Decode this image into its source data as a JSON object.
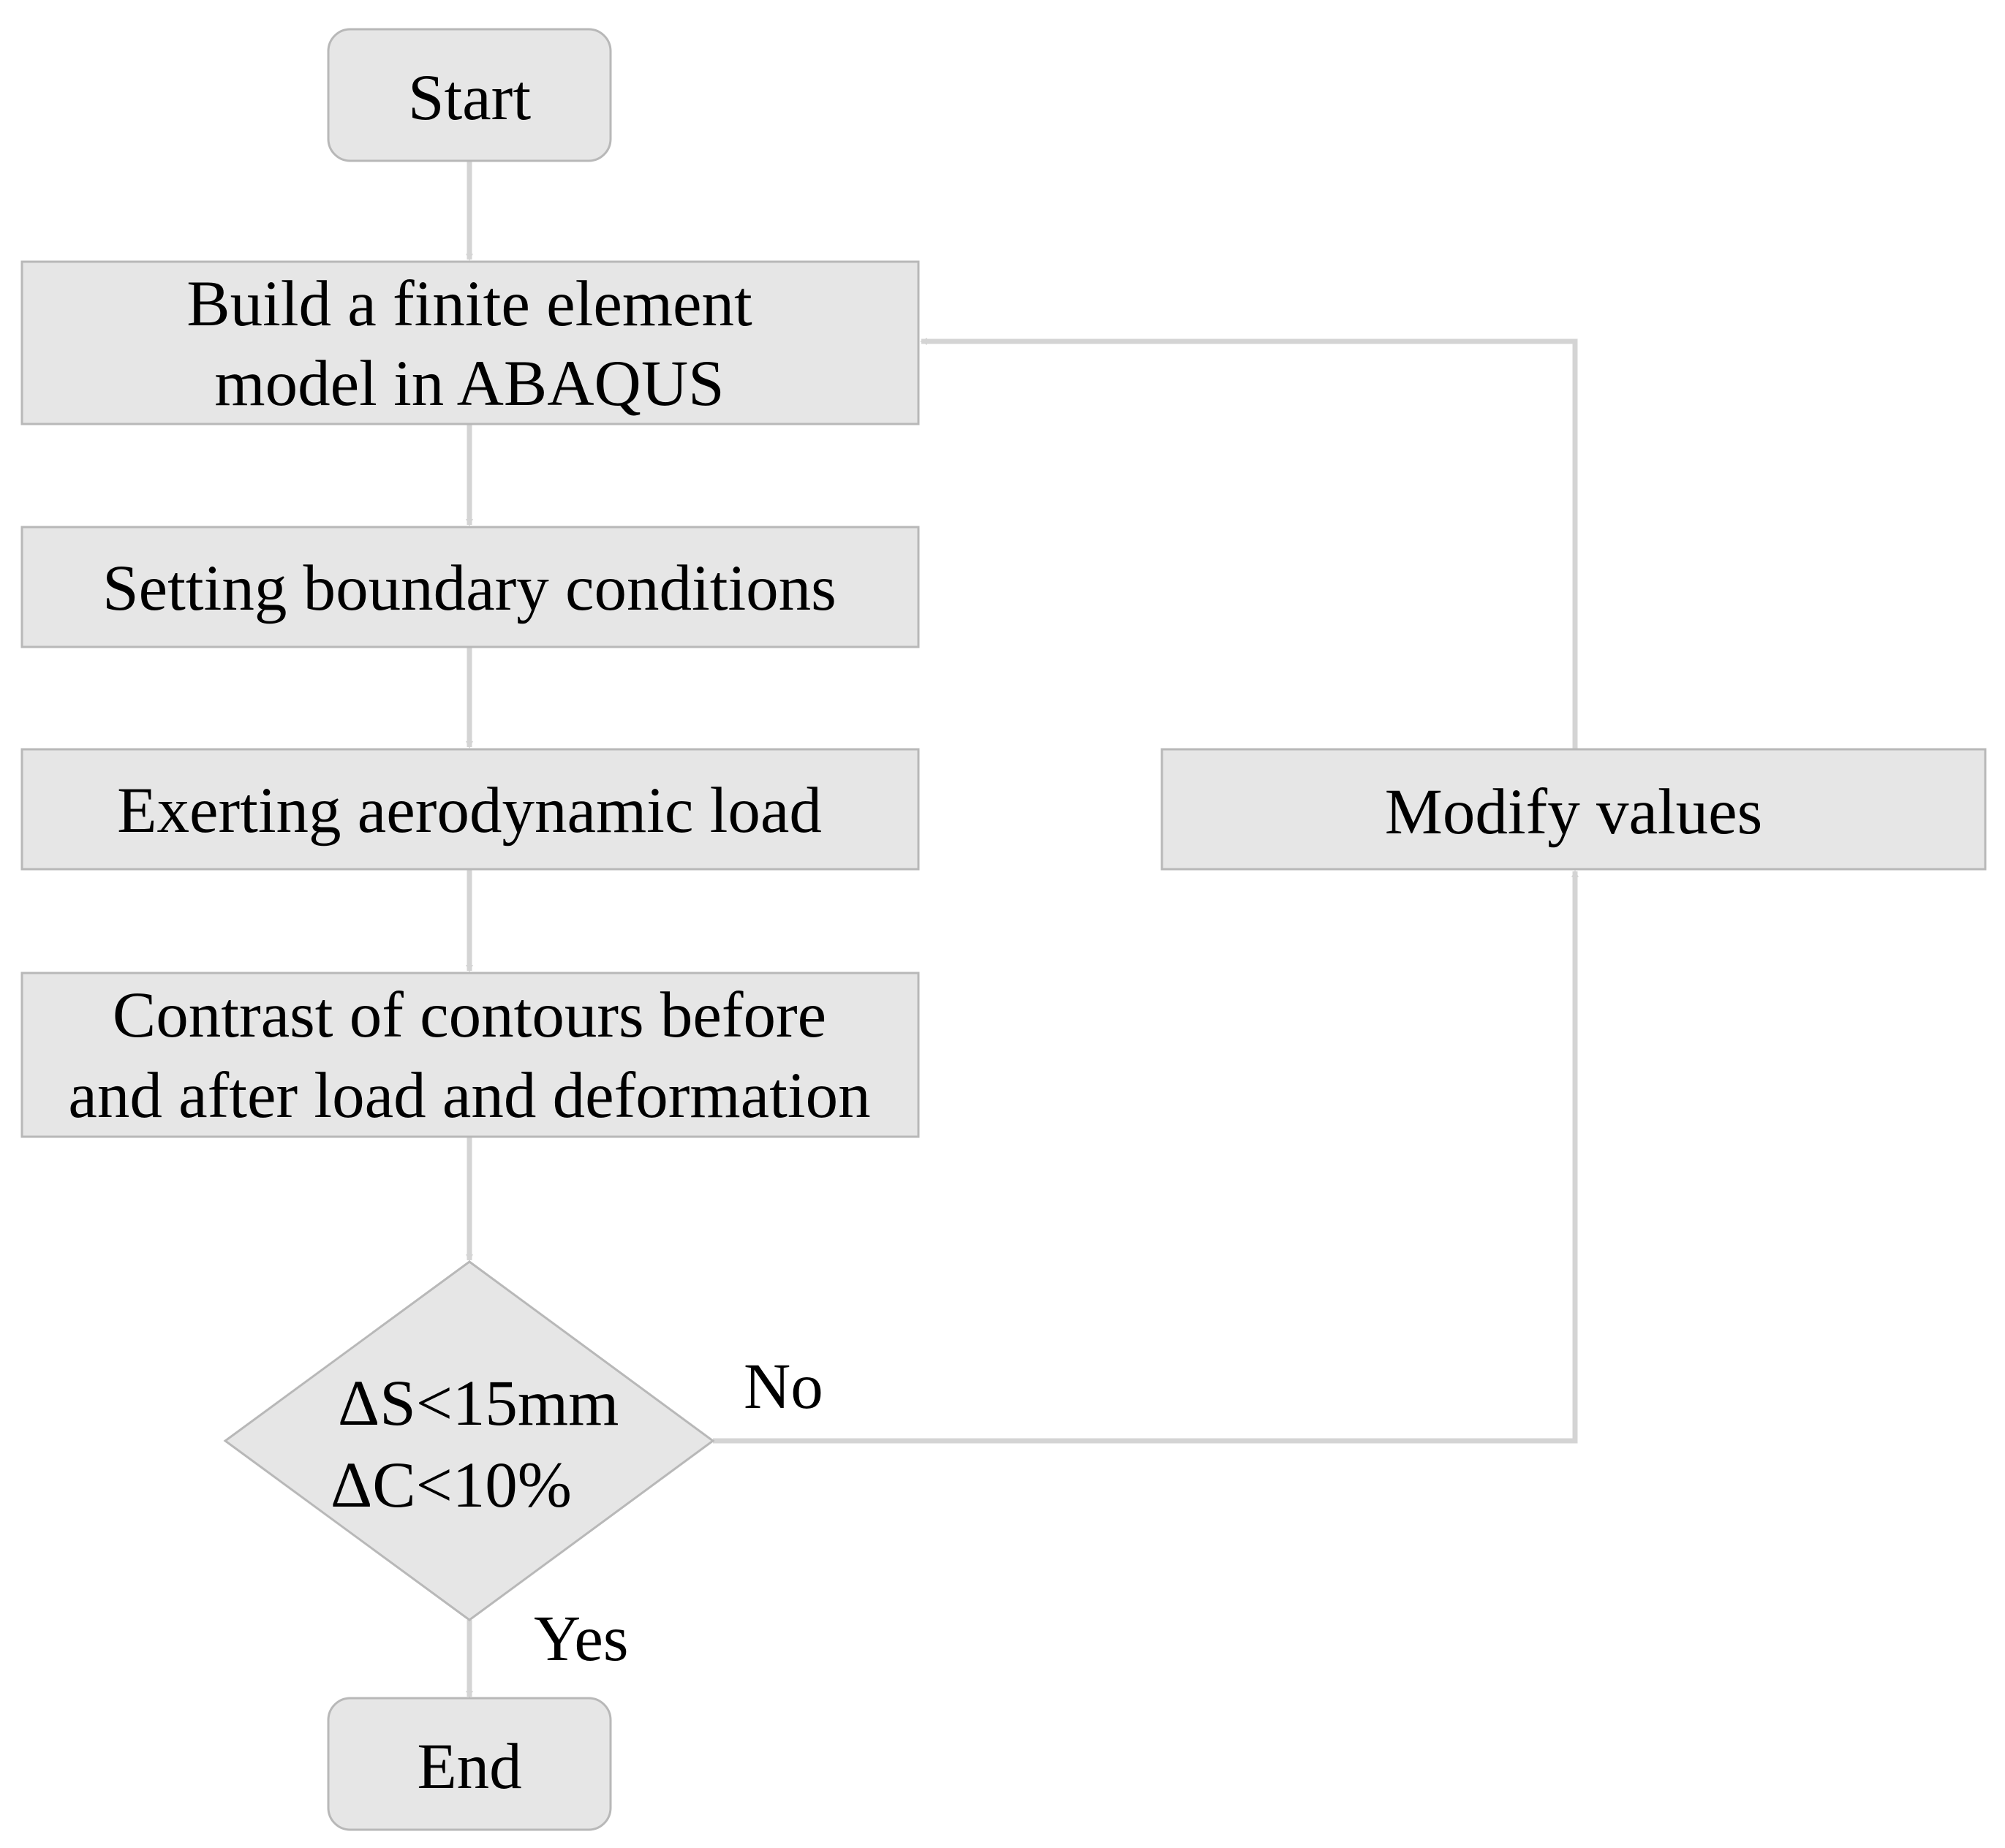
{
  "colors": {
    "node_fill": "#e6e6e6",
    "node_stroke": "#b8b8b8",
    "connector": "#d4d4d4",
    "text": "#000000",
    "background": "#ffffff"
  },
  "nodes": {
    "start": {
      "lines": [
        "Start"
      ]
    },
    "build_model": {
      "lines": [
        "Build a finite element",
        "model in ABAQUS"
      ]
    },
    "boundary": {
      "lines": [
        "Setting boundary conditions"
      ]
    },
    "load": {
      "lines": [
        "Exerting aerodynamic load"
      ]
    },
    "contrast": {
      "lines": [
        "Contrast of contours before",
        "and after load and deformation"
      ]
    },
    "decision": {
      "lines": [
        "ΔS<15mm",
        "ΔC<10%"
      ]
    },
    "modify": {
      "lines": [
        "Modify values"
      ]
    },
    "end": {
      "lines": [
        "End"
      ]
    }
  },
  "edge_labels": {
    "no": "No",
    "yes": "Yes"
  }
}
